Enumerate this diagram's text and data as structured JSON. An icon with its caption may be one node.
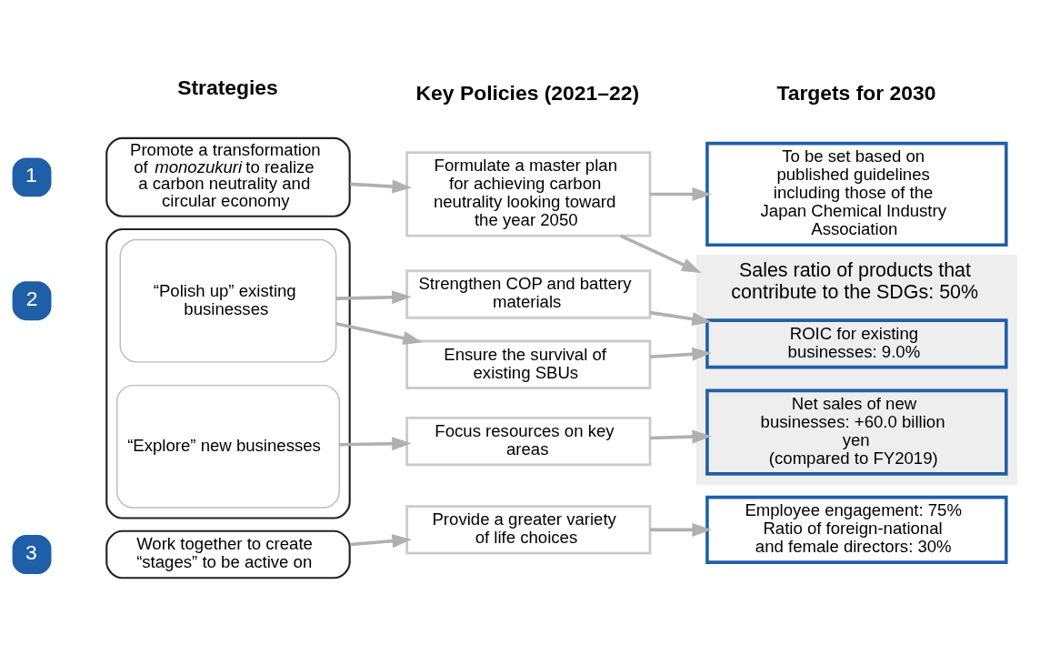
{
  "diagram": {
    "nodes": [
      {
        "text": [
          "1"
        ]
      },
      {
        "text": [
          "Promote a transformation of *monozukuri* to realize a carbon neutrality and circular economy"
        ]
      },
      {
        "text": [
          "Formulate a master plan for achieving carbon neutrality looking toward the year 2050"
        ]
      },
      {
        "text": [
          "To be set based on published guidelines including those of the Japan Chemical Industry Association"
        ]
      },
      {
        "text": [
          "2"
        ]
      },
      {
        "text": [],
        "shape": "box"
      },
      {
        "text": [
          "“Polish up” existing businesses"
        ],
        "in": 5
      },
      {
        "text": [
          "“Explore” new businesses"
        ],
        "in": 5
      },
      {
        "text": [
          "Strengthen COP and battery materials"
        ]
      },
      {
        "text": [
          "Ensure the survival of existing SBUs"
        ]
      },
      {
        "text": [
          "Focus resources on key areas"
        ]
      },
      {
        "text": [
          "Sales ratio of products that contribute to the SDGs: 50%"
        ]
      },
      {
        "text": [
          "ROIC for existing businesses: 9.0%"
        ],
        "in": 11
      },
      {
        "text": [
          "Net sales of new businesses: +60.0 billion yen",
          "(compared to FY2019)"
        ],
        "in": 11
      },
      {
        "text": [
          "3"
        ]
      },
      {
        "text": [
          "Work together to create “stages” to be active on"
        ]
      },
      {
        "text": [
          "Provide a greater variety of life choices"
        ]
      },
      {
        "text": [
          "Employee engagement: 75% Ratio of foreign-national and female directors: 30%"
        ]
      }
    ],
    "edges": [
      {
        "from": 1,
        "to": 2,
        "arrow": "to"
      },
      {
        "from": 2,
        "to": 3,
        "arrow": "to"
      },
      {
        "from": 2,
        "to": 11,
        "arrow": "to"
      },
      {
        "from": 6,
        "to": 8,
        "arrow": "to"
      },
      {
        "from": 6,
        "to": 9,
        "arrow": "to"
      },
      {
        "from": 8,
        "to": 12,
        "arrow": "to"
      },
      {
        "from": 9,
        "to": 12,
        "arrow": "to"
      },
      {
        "from": 7,
        "to": 10,
        "arrow": "to"
      },
      {
        "from": 10,
        "to": 13,
        "arrow": "to"
      },
      {
        "from": 15,
        "to": 16,
        "arrow": "to"
      },
      {
        "from": 16,
        "to": 17,
        "arrow": "to"
      }
    ],
    "labels": [
      "Strategies",
      "Key Policies (2021–22)",
      "Targets for 2030"
    ]
  }
}
